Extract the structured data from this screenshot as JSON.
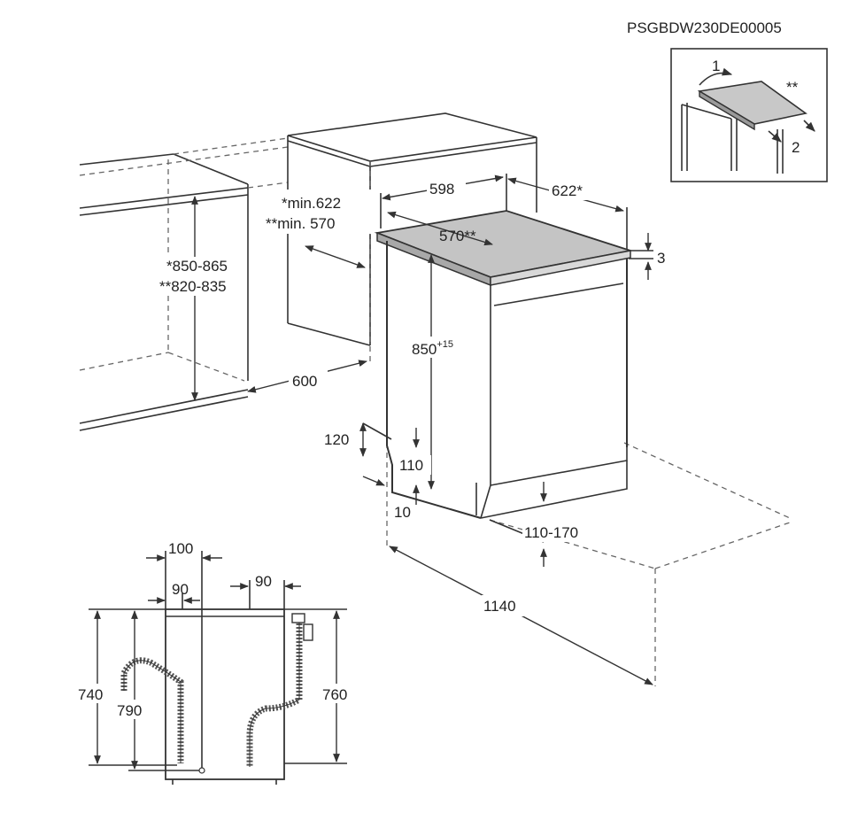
{
  "product_code": "PSGBDW230DE00005",
  "inset": {
    "step1": "1",
    "step2": "2",
    "note": "**"
  },
  "dimensions": {
    "cabinet_depth_min_1": "*min.622",
    "cabinet_depth_min_2": "**min. 570",
    "cabinet_height_1": "*850-865",
    "cabinet_height_2": "**820-835",
    "cabinet_width": "600",
    "width": "598",
    "depth_1": "622*",
    "depth_2": "570**",
    "top_gap": "3",
    "height": "850",
    "height_sup": "+15",
    "front_120": "120",
    "front_110": "110",
    "front_10": "10",
    "plinth": "110-170",
    "door_open_depth": "1140",
    "back_100": "100",
    "back_90_left": "90",
    "back_90_right": "90",
    "back_740": "740",
    "back_790": "790",
    "back_760": "760"
  }
}
